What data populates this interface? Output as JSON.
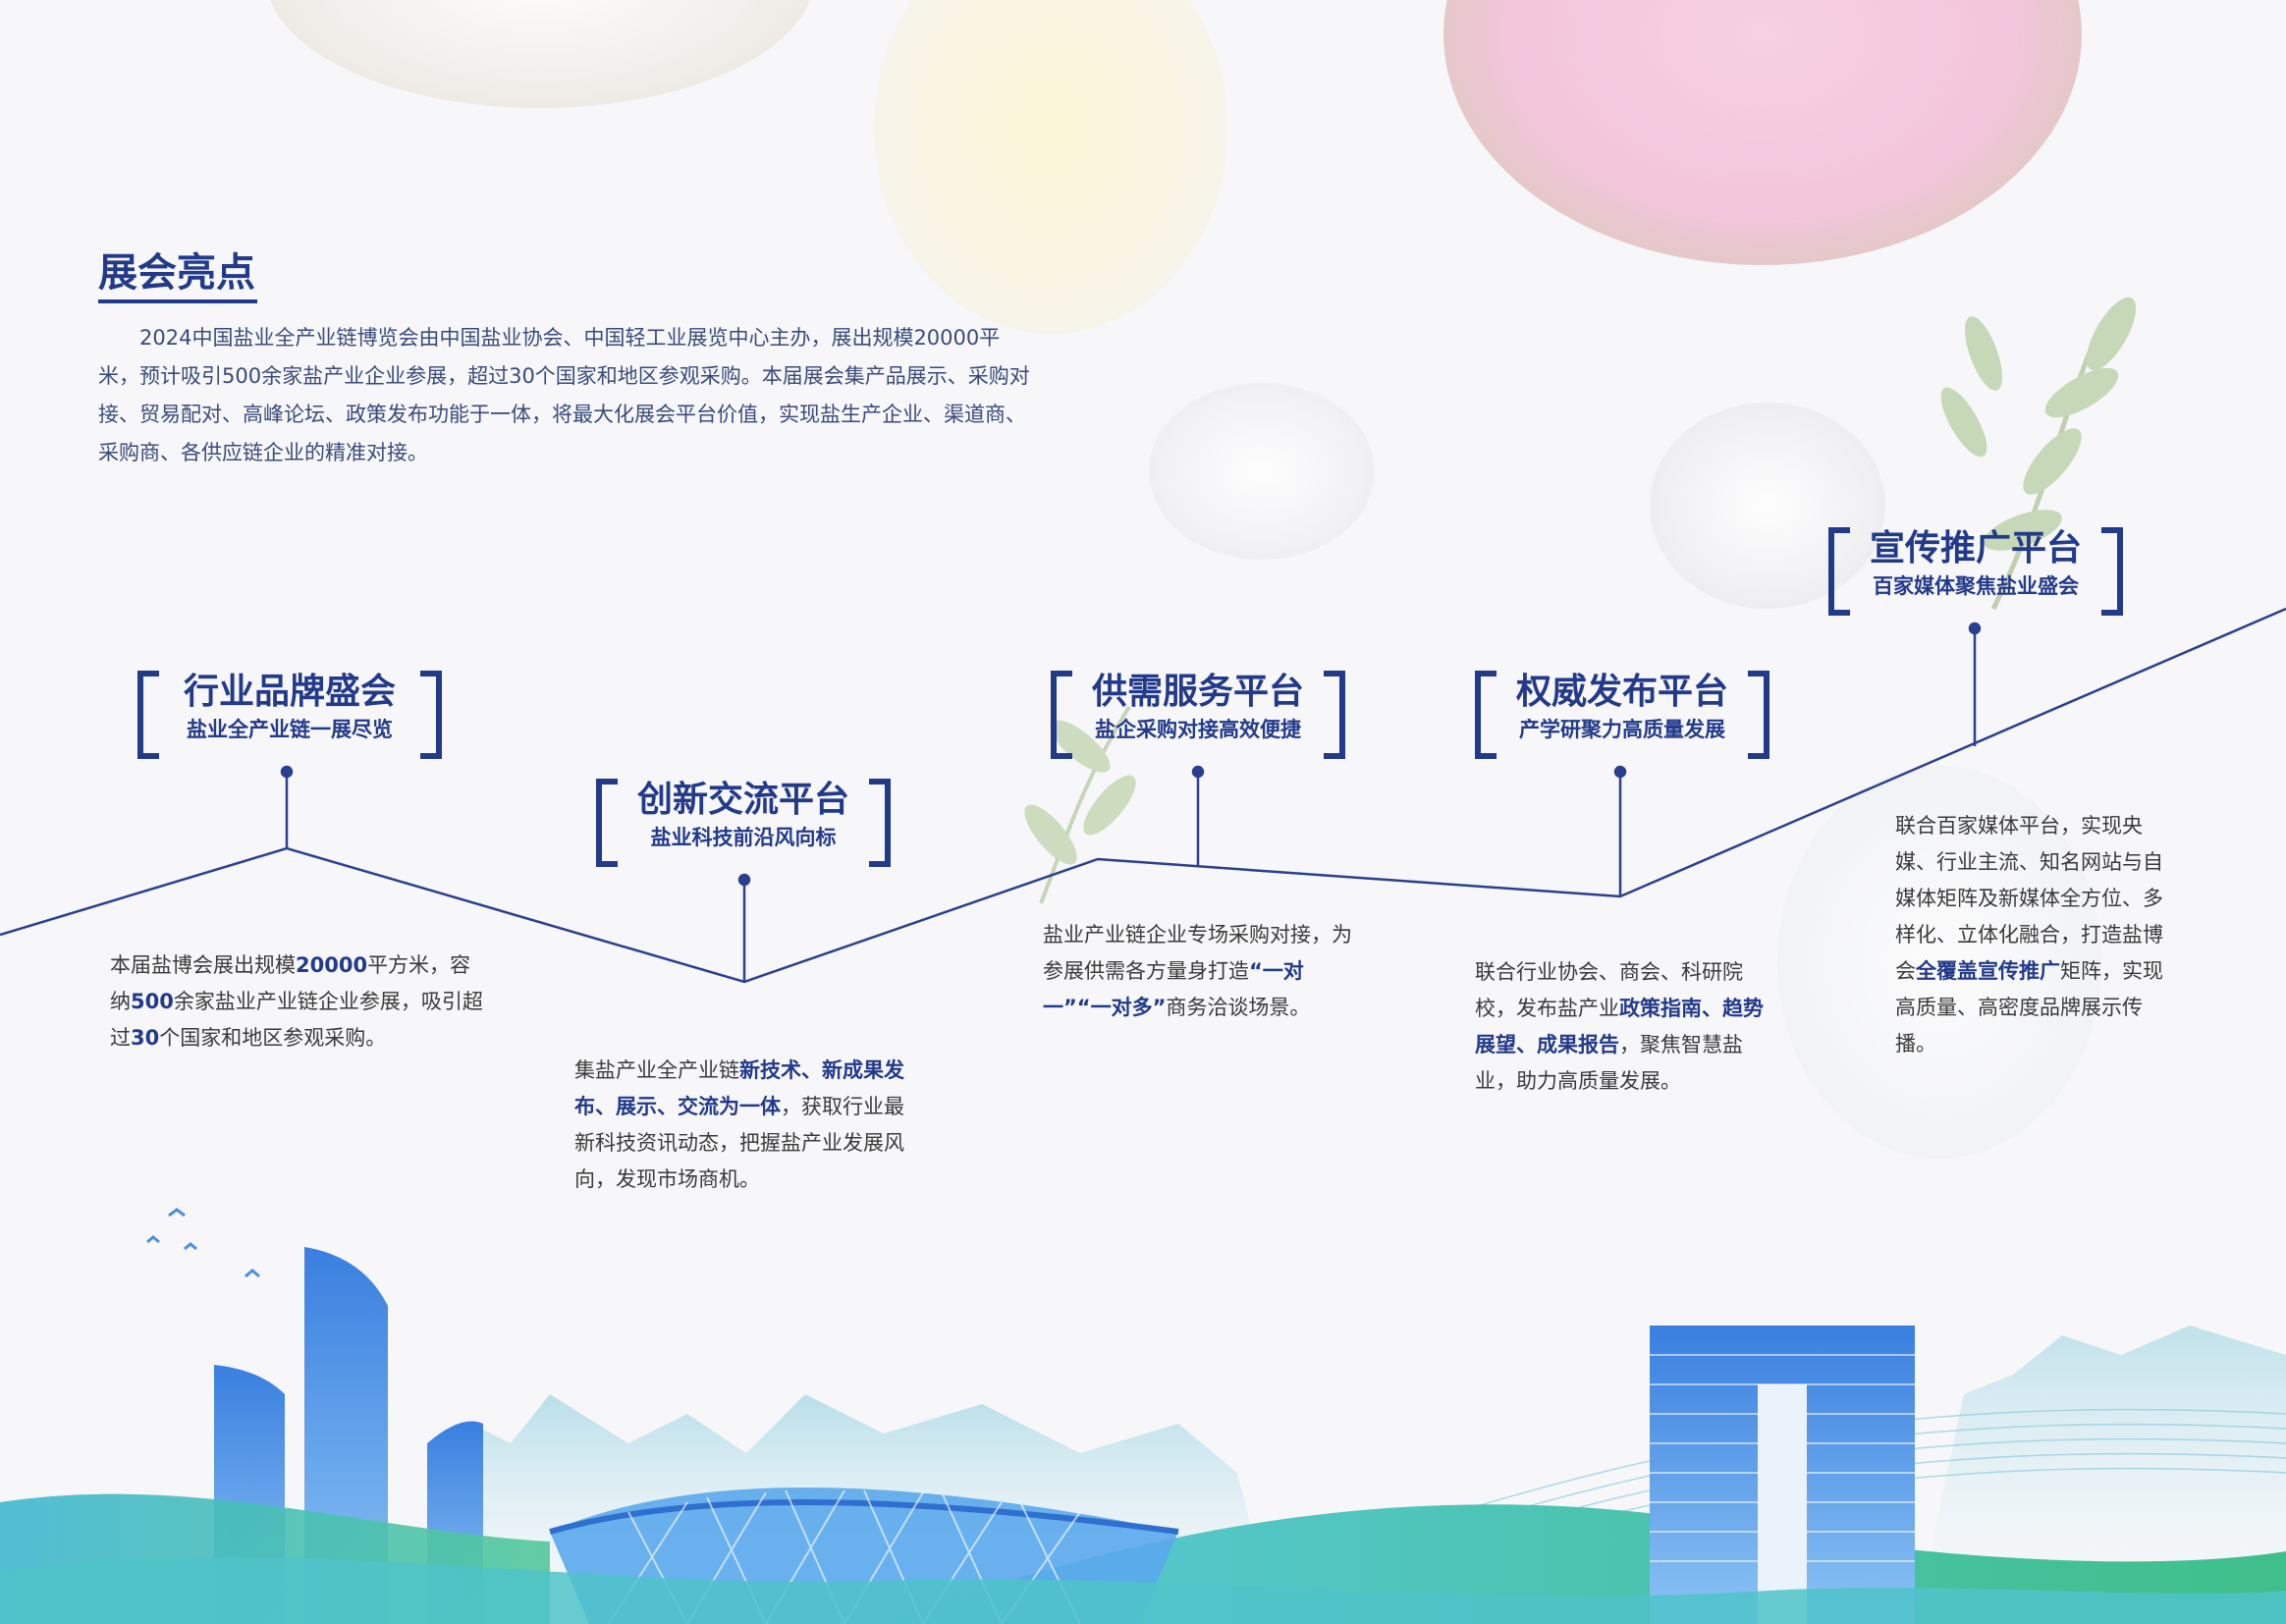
{
  "section": {
    "title": "展会亮点",
    "intro": "2024中国盐业全产业链博览会由中国盐业协会、中国轻工业展览中心主办，展出规模20000平米，预计吸引500余家盐产业企业参展，超过30个国家和地区参观采购。本届展会集产品展示、采购对接、贸易配对、高峰论坛、政策发布功能于一体，将最大化展会平台价值，实现盐生产企业、渠道商、采购商、各供应链企业的精准对接。"
  },
  "highlights": [
    {
      "title": "行业品牌盛会",
      "subtitle": "盐业全产业链一展尽览",
      "desc": [
        {
          "t": "本届盐博会展出规模"
        },
        {
          "t": "20000",
          "b": true
        },
        {
          "t": "平方米，容纳"
        },
        {
          "t": "500",
          "b": true
        },
        {
          "t": "余家盐业产业链企业参展，吸引超过"
        },
        {
          "t": "30",
          "b": true
        },
        {
          "t": "个国家和地区参观采购。"
        }
      ]
    },
    {
      "title": "创新交流平台",
      "subtitle": "盐业科技前沿风向标",
      "desc": [
        {
          "t": "集盐产业全产业链"
        },
        {
          "t": "新技术、新成果发布、展示、交流为一体",
          "b": true
        },
        {
          "t": "，获取行业最新科技资讯动态，把握盐产业发展风向，发现市场商机。"
        }
      ]
    },
    {
      "title": "供需服务平台",
      "subtitle": "盐企采购对接高效便捷",
      "desc": [
        {
          "t": "盐业产业链企业专场采购对接，为参展供需各方量身打造"
        },
        {
          "t": "“一对一”“一对多”",
          "b": true
        },
        {
          "t": "商务洽谈场景。"
        }
      ]
    },
    {
      "title": "权威发布平台",
      "subtitle": "产学研聚力高质量发展",
      "desc": [
        {
          "t": "联合行业协会、商会、科研院校，发布盐产业"
        },
        {
          "t": "政策指南、趋势展望、成果报告",
          "b": true
        },
        {
          "t": "，聚焦智慧盐业，助力高质量发展。"
        }
      ]
    },
    {
      "title": "宣传推广平台",
      "subtitle": "百家媒体聚焦盐业盛会",
      "desc": [
        {
          "t": "联合百家媒体平台，实现央媒、行业主流、知名网站与自媒体矩阵及新媒体全方位、多样化、立体化融合，打造盐博会"
        },
        {
          "t": "全覆盖宣传推广",
          "b": true
        },
        {
          "t": "矩阵，实现高质量、高密度品牌展示传播。"
        }
      ]
    }
  ],
  "colors": {
    "brand": "#233a8a",
    "line": "#2b3f8f",
    "sky": "#4a8fe0",
    "green": "#3fbf8a"
  }
}
